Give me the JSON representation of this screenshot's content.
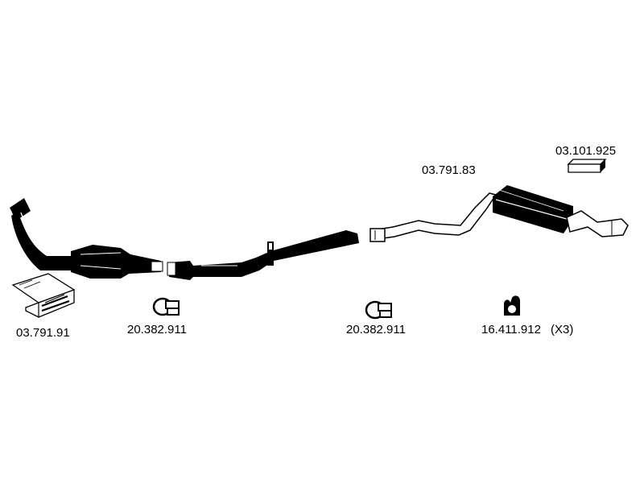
{
  "parts": {
    "front_pipe_kit": "03.791.91",
    "rear_section": "03.791.83",
    "mounting_kit": "03.101.925",
    "clamp_front": "20.382.911",
    "clamp_rear": "20.382.911",
    "rubber_hanger": "16.411.912",
    "rubber_hanger_qty": "(X3)"
  },
  "colors": {
    "ink": "#000000",
    "fill": "#ffffff",
    "body": "#1a1a1a"
  }
}
